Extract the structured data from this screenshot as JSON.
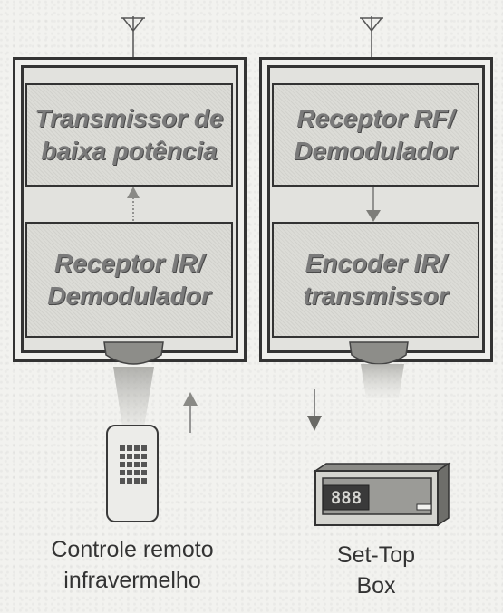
{
  "left_unit": {
    "top_block": {
      "line1": "Transmissor de",
      "line2": "baixa potência"
    },
    "bottom_block": {
      "line1": "Receptor IR/",
      "line2": "Demodulador"
    }
  },
  "right_unit": {
    "top_block": {
      "line1": "Receptor RF/",
      "line2": "Demodulador"
    },
    "bottom_block": {
      "line1": "Encoder IR/",
      "line2": "transmissor"
    }
  },
  "remote": {
    "label_line1": "Controle remoto",
    "label_line2": "infravermelho"
  },
  "settop": {
    "label_line1": "Set-Top",
    "label_line2": "Box",
    "display": "888"
  }
}
